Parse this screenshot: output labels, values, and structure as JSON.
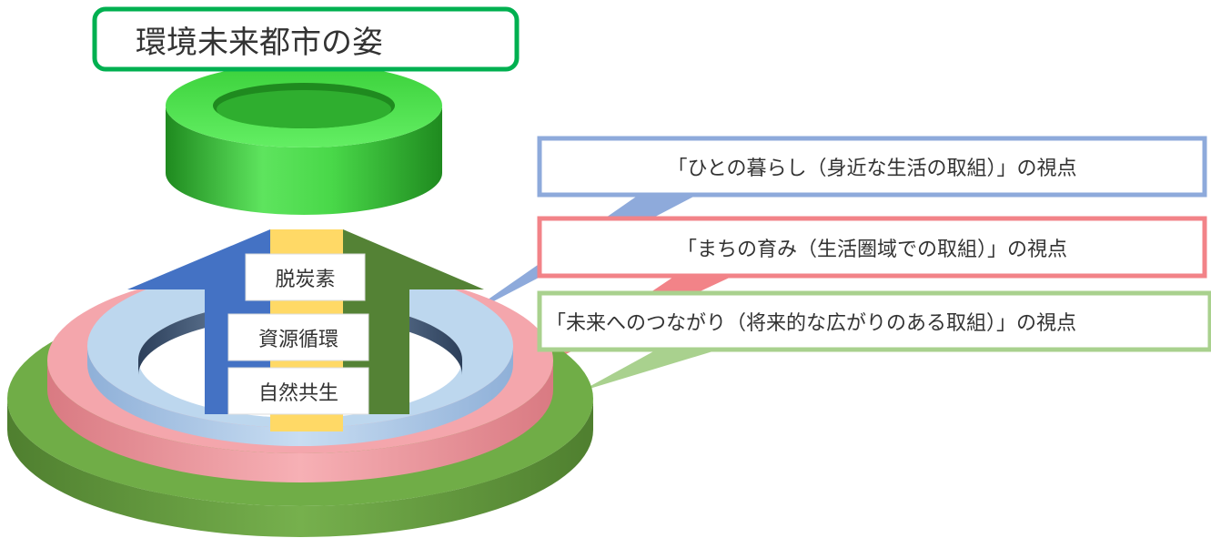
{
  "title": "環境未来都市の姿",
  "perspectives": [
    {
      "text": "「ひとの暮らし（身近な生活の取組）」の視点",
      "color": "#8eaadb"
    },
    {
      "text": "「まちの育み（生活圏域での取組）」の視点",
      "color": "#f28388"
    },
    {
      "text": "「未来へのつながり（将来的な広がりのある取組）」の視点",
      "color": "#a9d18e"
    }
  ],
  "pillars": [
    "脱炭素",
    "資源循環",
    "自然共生"
  ],
  "colors": {
    "title_border": "#00b050",
    "goal_ring": "#33cc33",
    "ring_outer": "#70ad47",
    "ring_middle": "#f4a6ac",
    "ring_inner": "#bdd7ee",
    "arrow_left": "#4472c4",
    "arrow_right": "#548235",
    "arrow_center": "#ffd966"
  }
}
